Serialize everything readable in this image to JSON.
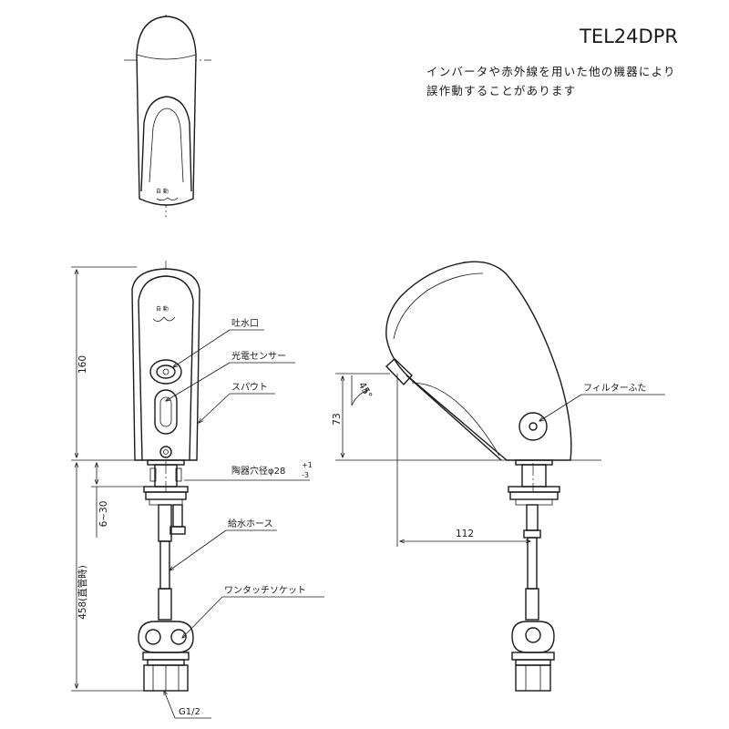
{
  "model": "TEL24DPR",
  "note": {
    "line1": "インバータや赤外線を用いた他の機器により",
    "line2": "誤作動することがあります"
  },
  "faucet_mark": "自 動",
  "callouts": {
    "spout_outlet": "吐水口",
    "optical_sensor": "光電センサー",
    "spout": "スパウト",
    "hole_diameter": "陶器穴径φ28",
    "tol_plus": "+1",
    "tol_minus": "-3",
    "supply_hose": "給水ホース",
    "one_touch_socket": "ワンタッチソケット",
    "thread": "G1/2",
    "filter_cap": "フィルターふた"
  },
  "dimensions": {
    "height_160": "160",
    "range_6_30": "6~30",
    "hose_458": "458(直管時)",
    "height_73": "73",
    "angle_45": "45°",
    "reach_112": "112"
  },
  "colors": {
    "line": "#1a1a1a",
    "background": "#ffffff"
  }
}
